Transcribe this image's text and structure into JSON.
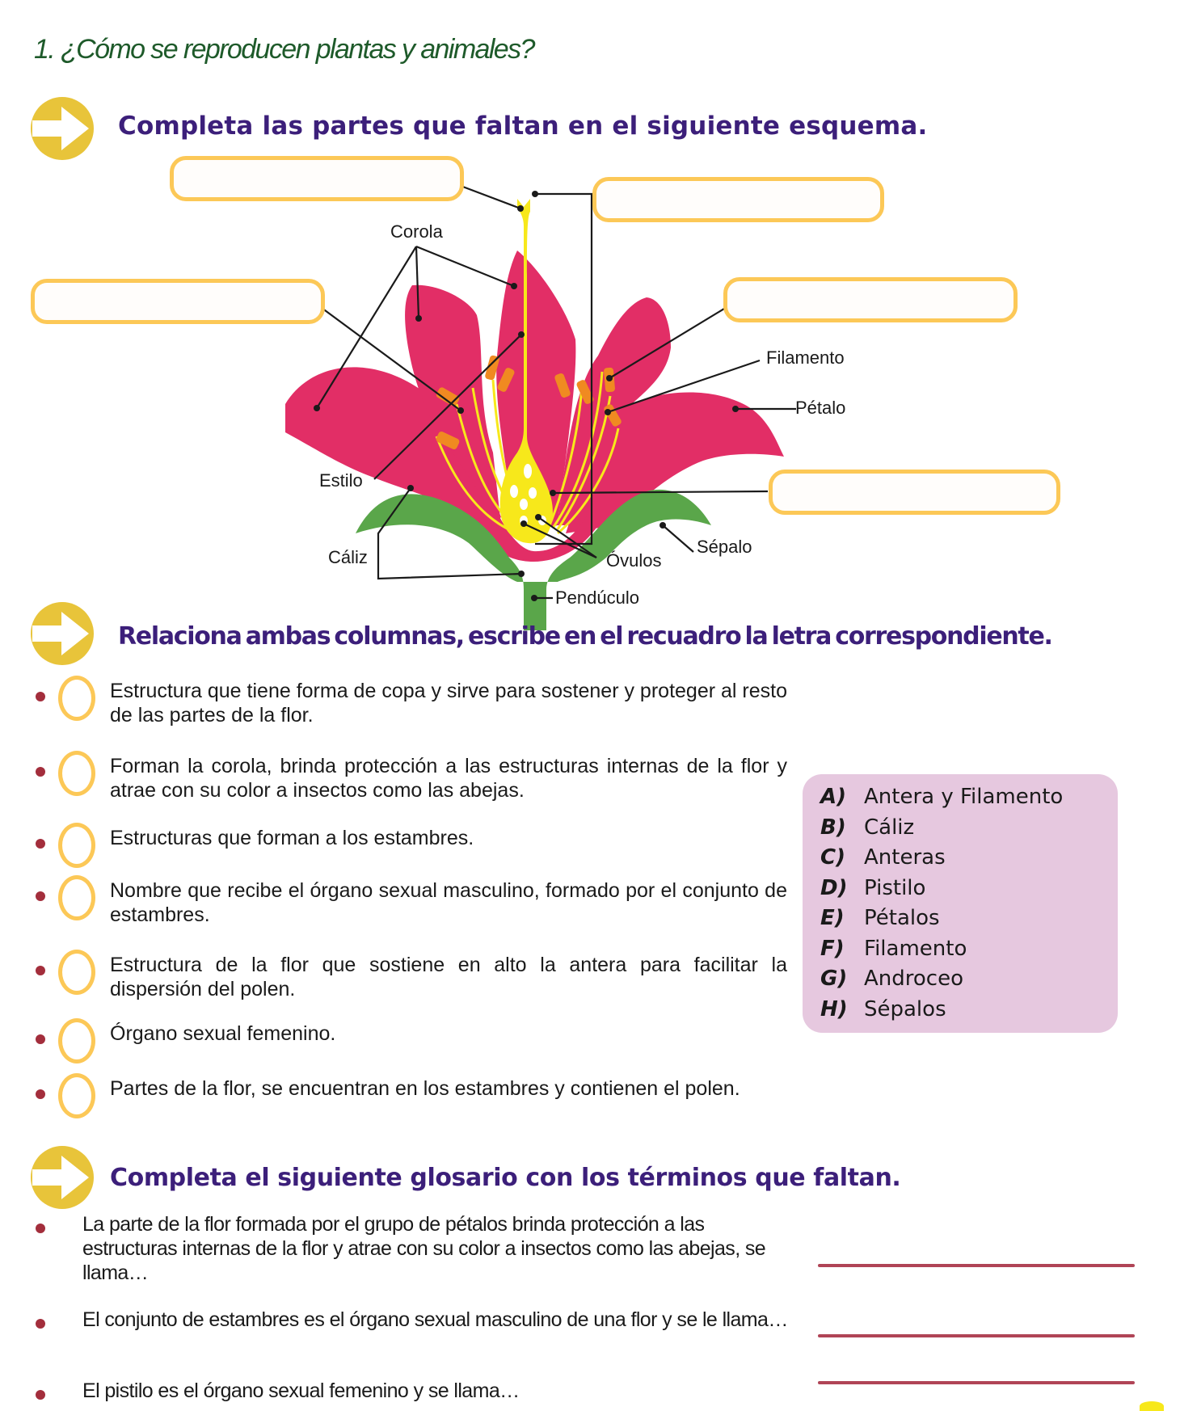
{
  "page": {
    "title": "1. ¿Cómo se reproducen plantas y animales?",
    "colors": {
      "title_green": "#1e5a2a",
      "heading_purple": "#3c1f7a",
      "box_border_yellow": "#fcc857",
      "bullet_red": "#a32e3c",
      "options_bg_pink": "#e6c8df",
      "petal_pink": "#e22e66",
      "pistil_yellow": "#f7e81b",
      "anther_orange": "#f08a21",
      "sepal_green": "#5aa64a",
      "line_red": "#b04456"
    }
  },
  "section1": {
    "heading": "Completa las partes que faltan en el siguiente esquema.",
    "icon": "arrow-right-circle-icon",
    "diagram": {
      "labels": {
        "corola": "Corola",
        "filamento": "Filamento",
        "petalo": "Pétalo",
        "estilo": "Estilo",
        "caliz": "Cáliz",
        "sepalo": "Sépalo",
        "ovulos": "Óvulos",
        "penduculo": "Pendúculo"
      },
      "blank_boxes": [
        {
          "id": "stigma",
          "value": ""
        },
        {
          "id": "pistil",
          "value": ""
        },
        {
          "id": "stamen",
          "value": ""
        },
        {
          "id": "anther",
          "value": ""
        },
        {
          "id": "ovary",
          "value": ""
        }
      ]
    }
  },
  "section2": {
    "heading": "Relaciona ambas columnas, escribe en el recuadro la letra correspondiente.",
    "icon": "arrow-right-circle-icon",
    "items": [
      {
        "text": "Estructura que tiene forma de copa y sirve para sostener y proteger al resto de las partes de la flor.",
        "answer": ""
      },
      {
        "text": "Forman la corola, brinda protección a las estructuras internas de la flor y atrae con su color a insectos como las abejas.",
        "answer": ""
      },
      {
        "text": "Estructuras que forman a los estambres.",
        "answer": ""
      },
      {
        "text": "Nombre que recibe el órgano sexual masculino, formado por el conjunto de estambres.",
        "answer": ""
      },
      {
        "text": "Estructura de la flor que sostiene en alto la antera para facilitar la dispersión del polen.",
        "answer": ""
      },
      {
        "text": "Órgano sexual femenino.",
        "answer": ""
      },
      {
        "text": "Partes de la flor, se encuentran en los estambres y contienen el polen.",
        "answer": ""
      }
    ],
    "options": [
      {
        "letter": "A)",
        "label": "Antera y Filamento"
      },
      {
        "letter": "B)",
        "label": "Cáliz"
      },
      {
        "letter": "C)",
        "label": "Anteras"
      },
      {
        "letter": "D)",
        "label": "Pistilo"
      },
      {
        "letter": "E)",
        "label": "Pétalos"
      },
      {
        "letter": "F)",
        "label": "Filamento"
      },
      {
        "letter": "G)",
        "label": "Androceo"
      },
      {
        "letter": "H)",
        "label": "Sépalos"
      }
    ]
  },
  "section3": {
    "heading": "Completa el siguiente glosario con los términos que faltan.",
    "icon": "arrow-right-circle-icon",
    "items": [
      {
        "text": "La parte de la flor formada por el grupo de pétalos brinda protección a las estructuras internas de la flor y atrae con su color a insectos como las abejas, se llama…",
        "answer": ""
      },
      {
        "text": "El conjunto de estambres es el órgano sexual masculino de una flor y se le llama…",
        "answer": ""
      },
      {
        "text": "El pistilo es el órgano sexual femenino y se llama…",
        "answer": ""
      }
    ]
  }
}
